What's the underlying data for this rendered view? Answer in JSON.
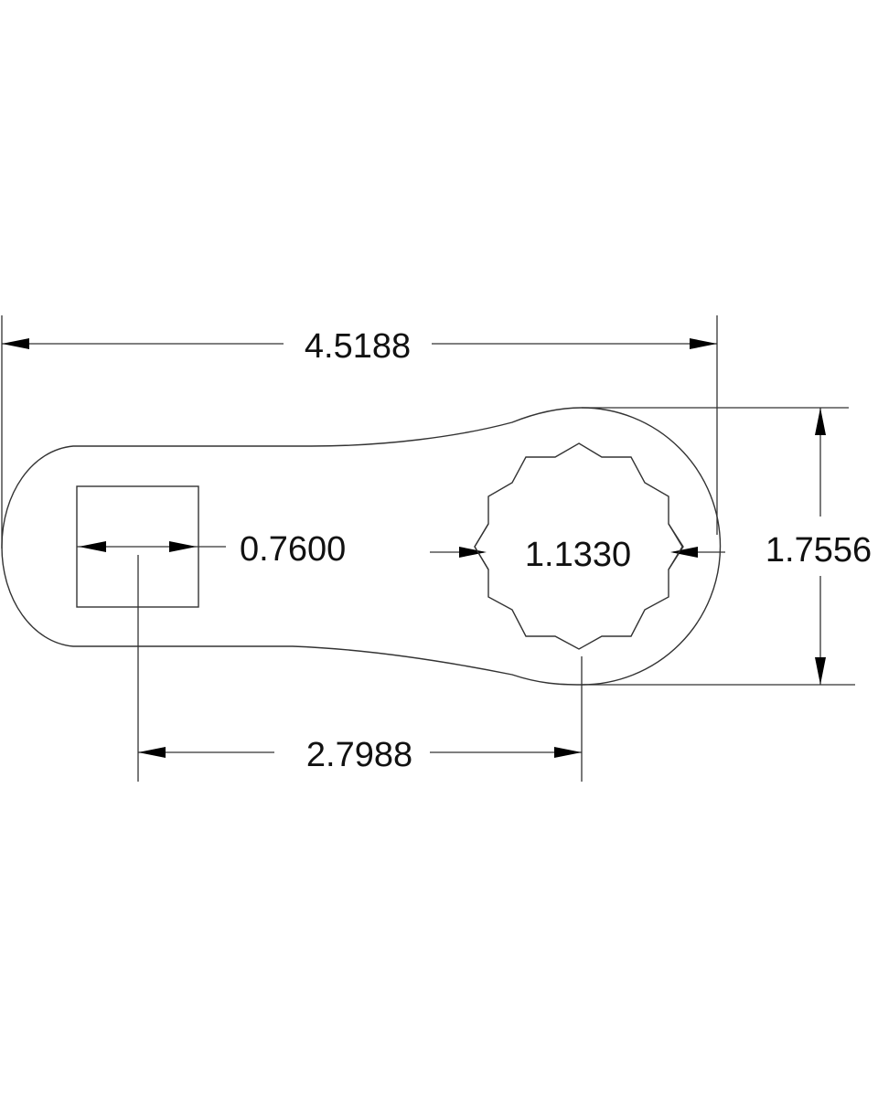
{
  "drawing": {
    "subject": "Wrench / socket adapter plate, top view",
    "background": "#ffffff",
    "line_color": "#333333",
    "text_color": "#111111",
    "dimensions": {
      "overall_length": {
        "label": "4.5188",
        "orientation": "horizontal"
      },
      "square_drive_width": {
        "label": "0.7600",
        "orientation": "horizontal"
      },
      "twelve_point_across_flats": {
        "label": "1.1330",
        "orientation": "horizontal"
      },
      "ring_end_height": {
        "label": "1.7556",
        "orientation": "vertical"
      },
      "center_to_center": {
        "label": "2.7988",
        "orientation": "horizontal"
      }
    },
    "features": [
      {
        "name": "square-drive-opening",
        "shape": "square"
      },
      {
        "name": "twelve-point-socket-opening",
        "shape": "12-point star"
      },
      {
        "name": "ring-end",
        "shape": "circle"
      },
      {
        "name": "handle-end",
        "shape": "rounded"
      }
    ]
  }
}
